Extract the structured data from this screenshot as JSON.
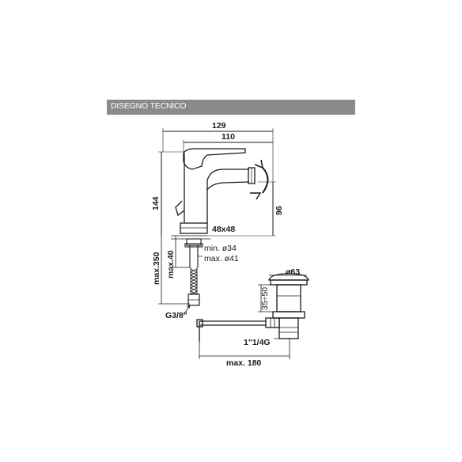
{
  "header": {
    "title": "DISEGNO TECNICO"
  },
  "colors": {
    "header_bg": "#8a8a8a",
    "line": "#1a1a1a"
  },
  "dimensions": {
    "total_length": "129",
    "spout_length": "110",
    "height": "144",
    "spout_height": "96",
    "base": "48x48",
    "hole_min": "min. ø34",
    "hole_max": "max. ø41",
    "deck_max": "max.40",
    "hose_max": "max.350",
    "inlet_thread": "G3/8\"",
    "drain_diameter": "ø63",
    "drain_range": "35÷50",
    "drain_thread": "1\"1/4G",
    "rod_max": "max. 180"
  }
}
